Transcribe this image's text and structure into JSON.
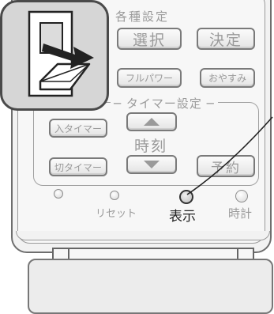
{
  "header": {
    "settings_label": "各種設定"
  },
  "buttons": {
    "select": "選択",
    "confirm": "決定",
    "full_power": "フルパワー",
    "sleep": "おやすみ",
    "on_timer": "入タイマー",
    "off_timer": "切タイマー",
    "reserve": "予約"
  },
  "timer": {
    "section_label": "タイマー設定",
    "time_label": "時刻"
  },
  "indicators": {
    "reset": "リセット",
    "display": "表示",
    "clock": "時計"
  },
  "icons": {
    "switch": "switch-open-icon",
    "arrow": "arrow-right-icon"
  }
}
